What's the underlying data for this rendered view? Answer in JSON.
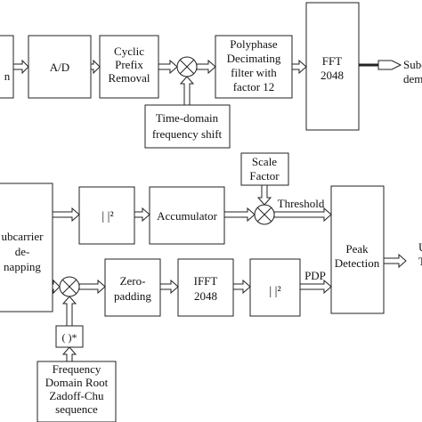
{
  "blocks": {
    "left_cut_top": [
      "n"
    ],
    "ad": [
      "A/D"
    ],
    "cp_removal": [
      "Cyclic",
      "Prefix",
      "Removal"
    ],
    "polyphase": [
      "Polyphase",
      "Decimating",
      "filter with",
      "factor 12"
    ],
    "fft": [
      "FFT",
      "2048"
    ],
    "subcarrier_cut": [
      "Sube",
      "dem"
    ],
    "td_shift": [
      "Time-domain",
      "frequency shift"
    ],
    "scale_factor": [
      "Scale",
      "Factor"
    ],
    "subcarrier_demap": [
      "ubcarrier",
      "de-",
      "napping"
    ],
    "abs_sq_top": [
      "|   |²"
    ],
    "accumulator": [
      "Accumulator"
    ],
    "peak_detection": [
      "Peak",
      "Detection"
    ],
    "right_cut": [
      "U",
      "Tim"
    ],
    "zero_padding": [
      "Zero-",
      "padding"
    ],
    "ifft": [
      "IFFT",
      "2048"
    ],
    "abs_sq_bottom": [
      "|   |²"
    ],
    "conj": [
      "(  )*"
    ],
    "zc_sequence": [
      "Frequency",
      "Domain Root",
      "Zadoff-Chu",
      "sequence"
    ]
  },
  "signal_labels": {
    "threshold": "Threshold",
    "pdp": "PDP"
  }
}
